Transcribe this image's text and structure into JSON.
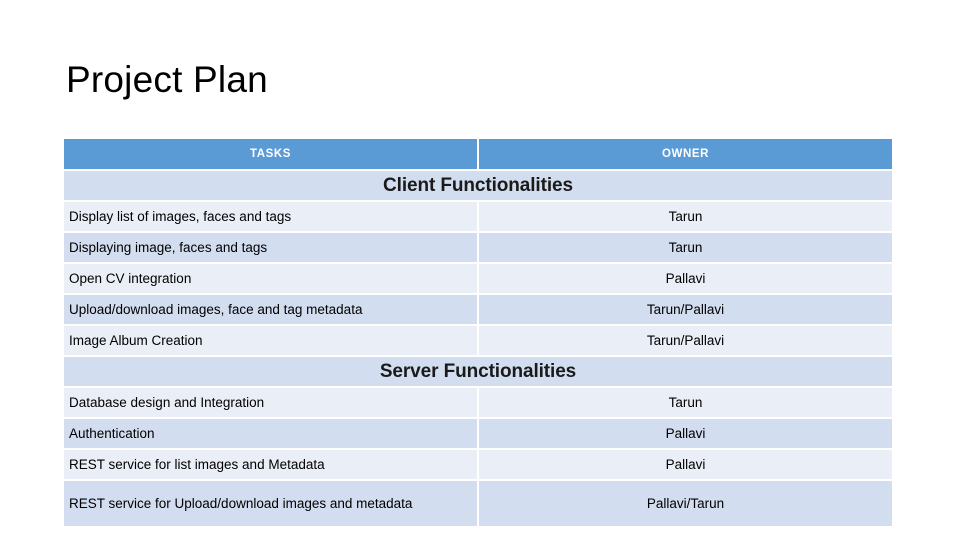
{
  "slide": {
    "title": "Project Plan"
  },
  "table": {
    "columns": [
      {
        "key": "tasks",
        "label": "TASKS"
      },
      {
        "key": "owner",
        "label": "OWNER"
      }
    ],
    "sections": [
      {
        "title": "Client Functionalities",
        "rows": [
          {
            "task": "Display list of images, faces and tags",
            "owner": "Tarun"
          },
          {
            "task": "Displaying image, faces  and tags",
            "owner": "Tarun"
          },
          {
            "task": "Open CV integration",
            "owner": "Pallavi"
          },
          {
            "task": "Upload/download images, face and tag metadata",
            "owner": "Tarun/Pallavi"
          },
          {
            "task": "Image Album Creation",
            "owner": "Tarun/Pallavi"
          }
        ]
      },
      {
        "title": "Server Functionalities",
        "rows": [
          {
            "task": "Database design and Integration",
            "owner": "Tarun"
          },
          {
            "task": "Authentication",
            "owner": "Pallavi"
          },
          {
            "task": "REST service for list images and Metadata",
            "owner": "Pallavi"
          },
          {
            "task": "REST service for Upload/download images and metadata",
            "owner": "Pallavi/Tarun"
          }
        ]
      }
    ]
  },
  "colors": {
    "header_blue": "#5B9BD5",
    "band_blue": "#D2DDEF",
    "row_light": "#EAEEF7",
    "row_dark": "#D2DDEF",
    "background": "#FFFFFF",
    "text": "#000000",
    "header_text": "#FFFFFF"
  }
}
